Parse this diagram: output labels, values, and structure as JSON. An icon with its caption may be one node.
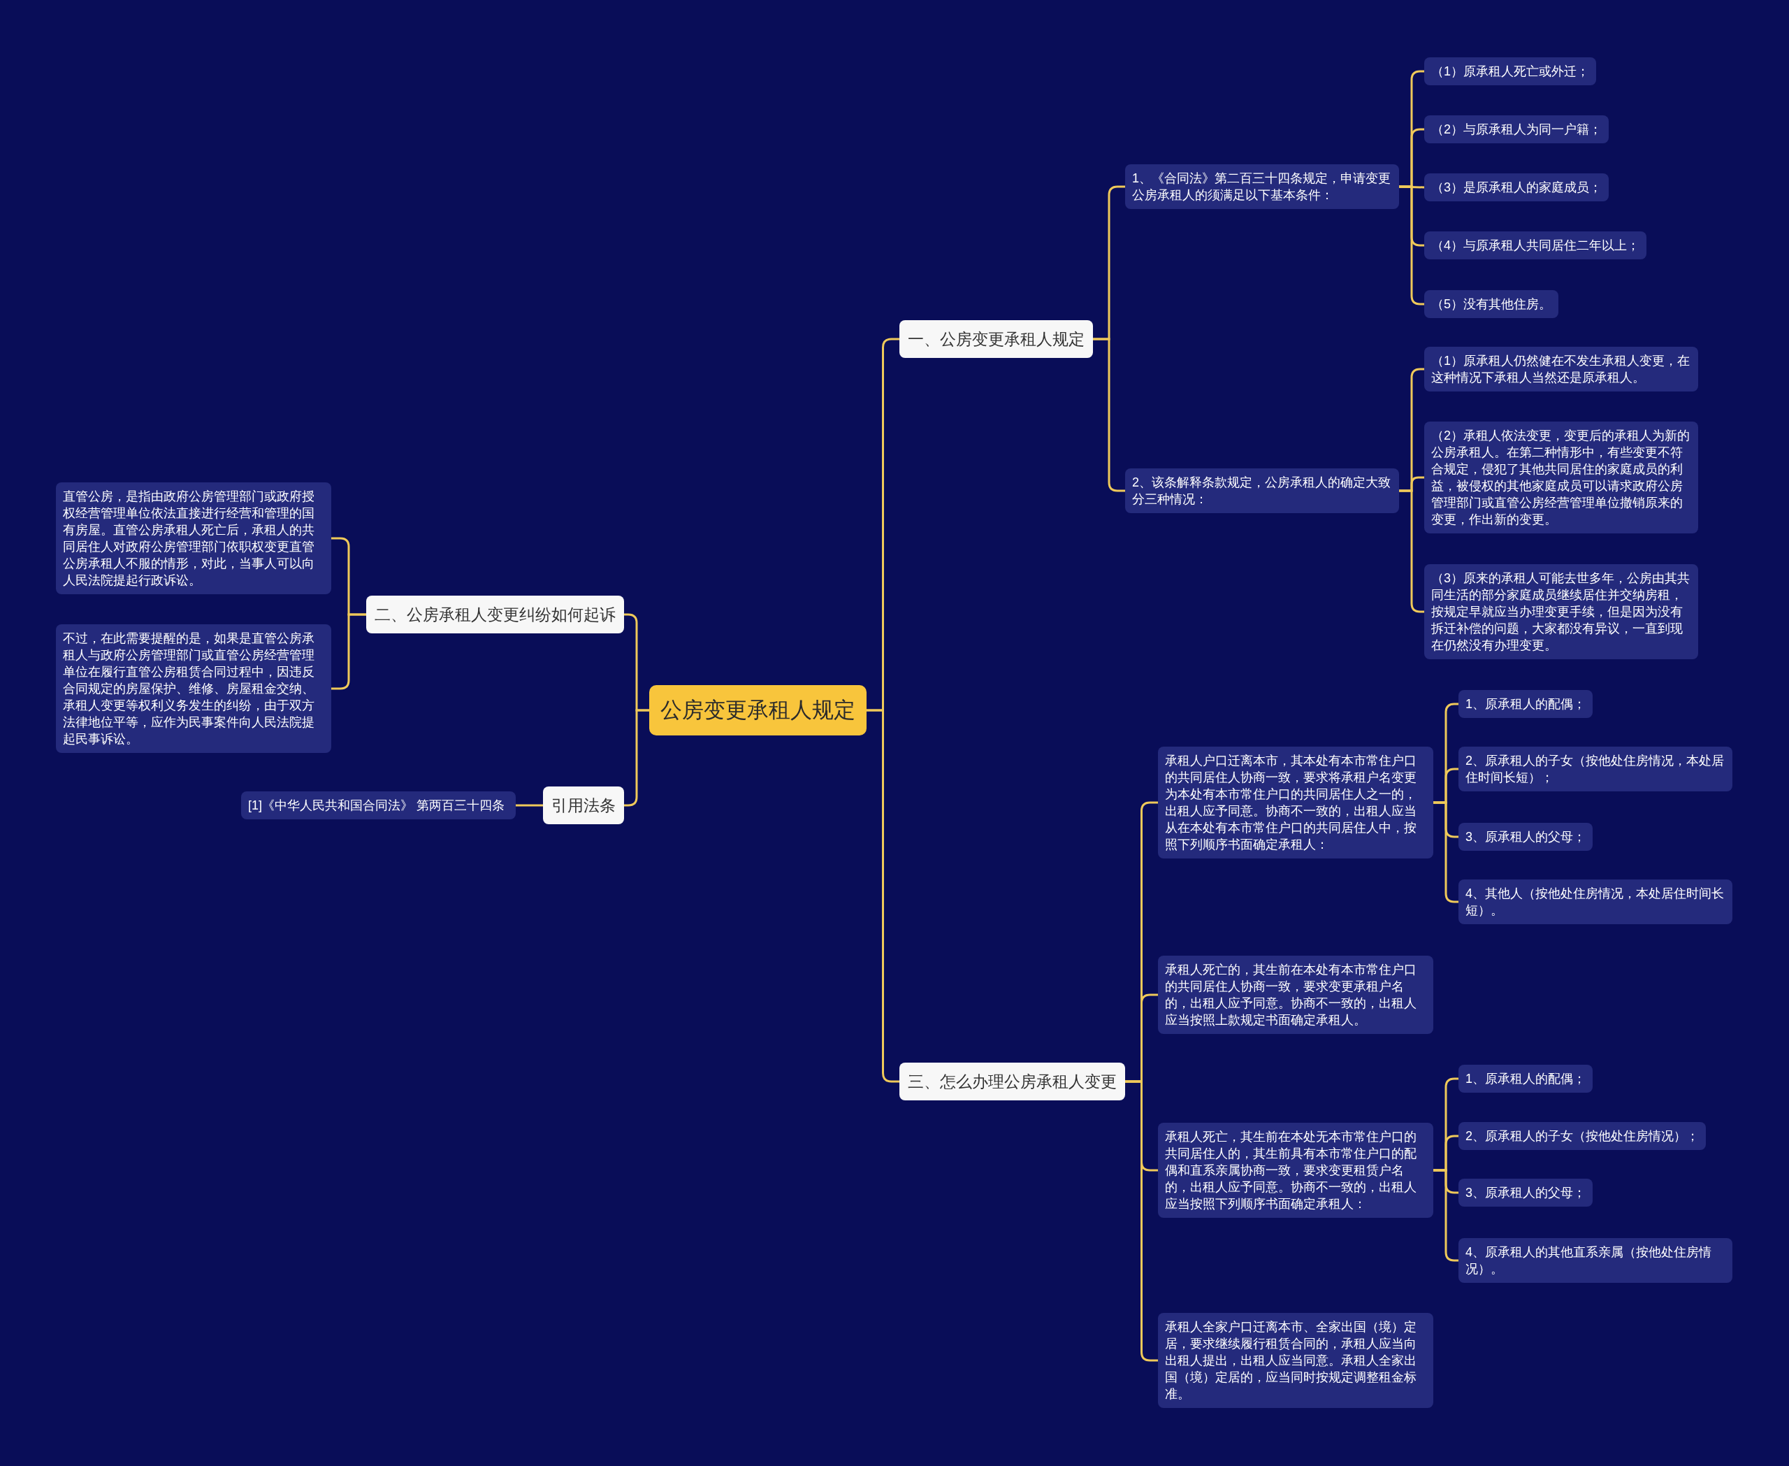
{
  "diagram": {
    "nodes": [
      {
        "text": [
          "公房变更承租人规定"
        ]
      },
      {
        "text": [
          "一、公房变更承租人规定"
        ]
      },
      {
        "text": [
          "1、《合同法》第二百三十四条规定，申请变更公房承租人的须满足以下基本条件："
        ]
      },
      {
        "text": [
          "（1）原承租人死亡或外迁；"
        ]
      },
      {
        "text": [
          "（2）与原承租人为同一户籍；"
        ]
      },
      {
        "text": [
          "（3）是原承租人的家庭成员；"
        ]
      },
      {
        "text": [
          "（4）与原承租人共同居住二年以上；"
        ]
      },
      {
        "text": [
          "（5）没有其他住房。"
        ]
      },
      {
        "text": [
          "2、该条解释条款规定，公房承租人的确定大致分三种情况："
        ]
      },
      {
        "text": [
          "（1）原承租人仍然健在不发生承租人变更，在这种情况下承租人当然还是原承租人。"
        ]
      },
      {
        "text": [
          "（2）承租人依法变更，变更后的承租人为新的公房承租人。在第二种情形中，有些变更不符合规定，侵犯了其他共同居住的家庭成员的利益，被侵权的其他家庭成员可以请求政府公房管理部门或直管公房经营管理单位撤销原来的变更，作出新的变更。"
        ]
      },
      {
        "text": [
          "（3）原来的承租人可能去世多年，公房由其共同生活的部分家庭成员继续居住并交纳房租，按规定早就应当办理变更手续，但是因为没有拆迁补偿的问题，大家都没有异议，一直到现在仍然没有办理变更。"
        ]
      },
      {
        "text": [
          "三、怎么办理公房承租人变更"
        ]
      },
      {
        "text": [
          "承租人户口迁离本市，其本处有本市常住户口的共同居住人协商一致，要求将承租户名变更为本处有本市常住户口的共同居住人之一的，出租人应予同意。协商不一致的，出租人应当从在本处有本市常住户口的共同居住人中，按照下列顺序书面确定承租人："
        ]
      },
      {
        "text": [
          "1、原承租人的配偶；"
        ]
      },
      {
        "text": [
          "2、原承租人的子女（按他处住房情况，本处居住时间长短）；"
        ]
      },
      {
        "text": [
          "3、原承租人的父母；"
        ]
      },
      {
        "text": [
          "4、其他人（按他处住房情况，本处居住时间长短）。"
        ]
      },
      {
        "text": [
          "承租人死亡的，其生前在本处有本市常住户口的共同居住人协商一致，要求变更承租户名的，出租人应予同意。协商不一致的，出租人应当按照上款规定书面确定承租人。"
        ]
      },
      {
        "text": [
          "承租人死亡，其生前在本处无本市常住户口的共同居住人的，其生前具有本市常住户口的配偶和直系亲属协商一致，要求变更租赁户名的，出租人应予同意。协商不一致的，出租人应当按照下列顺序书面确定承租人："
        ]
      },
      {
        "text": [
          "1、原承租人的配偶；"
        ]
      },
      {
        "text": [
          "2、原承租人的子女（按他处住房情况）；"
        ]
      },
      {
        "text": [
          "3、原承租人的父母；"
        ]
      },
      {
        "text": [
          "4、原承租人的其他直系亲属（按他处住房情况）。"
        ]
      },
      {
        "text": [
          "承租人全家户口迁离本市、全家出国（境）定居，要求继续履行租赁合同的，承租人应当向出租人提出，出租人应当同意。承租人全家出国（境）定居的，应当同时按规定调整租金标准。"
        ]
      },
      {
        "text": [
          "二、公房承租人变更纠纷如何起诉"
        ]
      },
      {
        "text": [
          "直管公房，是指由政府公房管理部门或政府授权经营管理单位依法直接进行经营和管理的国有房屋。直管公房承租人死亡后，承租人的共同居住人对政府公房管理部门依职权变更直管公房承租人不服的情形，对此，当事人可以向人民法院提起行政诉讼。"
        ]
      },
      {
        "text": [
          "不过，在此需要提醒的是，如果是直管公房承租人与政府公房管理部门或直管公房经营管理单位在履行直管公房租赁合同过程中，因违反合同规定的房屋保护、维修、房屋租金交纳、承租人变更等权利义务发生的纠纷，由于双方法律地位平等，应作为民事案件向人民法院提起民事诉讼。"
        ]
      },
      {
        "text": [
          "引用法条"
        ]
      },
      {
        "text": [
          "[1]《中华人民共和国合同法》 第两百三十四条"
        ]
      }
    ],
    "edges": [
      {
        "from": 0,
        "to": 1,
        "arrow": "none"
      },
      {
        "from": 1,
        "to": 2,
        "arrow": "none"
      },
      {
        "from": 2,
        "to": 3,
        "arrow": "none"
      },
      {
        "from": 2,
        "to": 4,
        "arrow": "none"
      },
      {
        "from": 2,
        "to": 5,
        "arrow": "none"
      },
      {
        "from": 2,
        "to": 6,
        "arrow": "none"
      },
      {
        "from": 2,
        "to": 7,
        "arrow": "none"
      },
      {
        "from": 1,
        "to": 8,
        "arrow": "none"
      },
      {
        "from": 8,
        "to": 9,
        "arrow": "none"
      },
      {
        "from": 8,
        "to": 10,
        "arrow": "none"
      },
      {
        "from": 8,
        "to": 11,
        "arrow": "none"
      },
      {
        "from": 0,
        "to": 12,
        "arrow": "none"
      },
      {
        "from": 12,
        "to": 13,
        "arrow": "none"
      },
      {
        "from": 13,
        "to": 14,
        "arrow": "none"
      },
      {
        "from": 13,
        "to": 15,
        "arrow": "none"
      },
      {
        "from": 13,
        "to": 16,
        "arrow": "none"
      },
      {
        "from": 13,
        "to": 17,
        "arrow": "none"
      },
      {
        "from": 12,
        "to": 18,
        "arrow": "none"
      },
      {
        "from": 12,
        "to": 19,
        "arrow": "none"
      },
      {
        "from": 19,
        "to": 20,
        "arrow": "none"
      },
      {
        "from": 19,
        "to": 21,
        "arrow": "none"
      },
      {
        "from": 19,
        "to": 22,
        "arrow": "none"
      },
      {
        "from": 19,
        "to": 23,
        "arrow": "none"
      },
      {
        "from": 12,
        "to": 24,
        "arrow": "none"
      },
      {
        "from": 0,
        "to": 25,
        "arrow": "none"
      },
      {
        "from": 25,
        "to": 26,
        "arrow": "none"
      },
      {
        "from": 25,
        "to": 27,
        "arrow": "none"
      },
      {
        "from": 0,
        "to": 28,
        "arrow": "none"
      },
      {
        "from": 28,
        "to": 29,
        "arrow": "none"
      }
    ]
  }
}
